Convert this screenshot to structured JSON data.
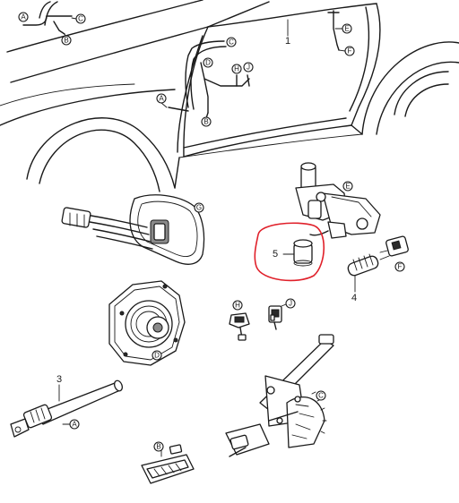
{
  "callouts": {
    "a_top": "A",
    "c_top": "C",
    "b_top": "B",
    "e_top": "E",
    "f_top": "F",
    "d_door": "D",
    "h_door": "H",
    "j_door": "J",
    "a_door": "A",
    "b_door": "B",
    "c_door": "C",
    "g_lamp": "G",
    "d_motor": "D",
    "h_switch": "H",
    "j_switch": "J",
    "f_plug": "F",
    "a_cable": "A",
    "c_regulator": "C",
    "b_light": "B"
  },
  "part_numbers": {
    "p1": "1",
    "p3": "3",
    "p4": "4",
    "p5": "5"
  },
  "colors": {
    "line": "#1a1a1a",
    "highlight": "#e0202a"
  }
}
